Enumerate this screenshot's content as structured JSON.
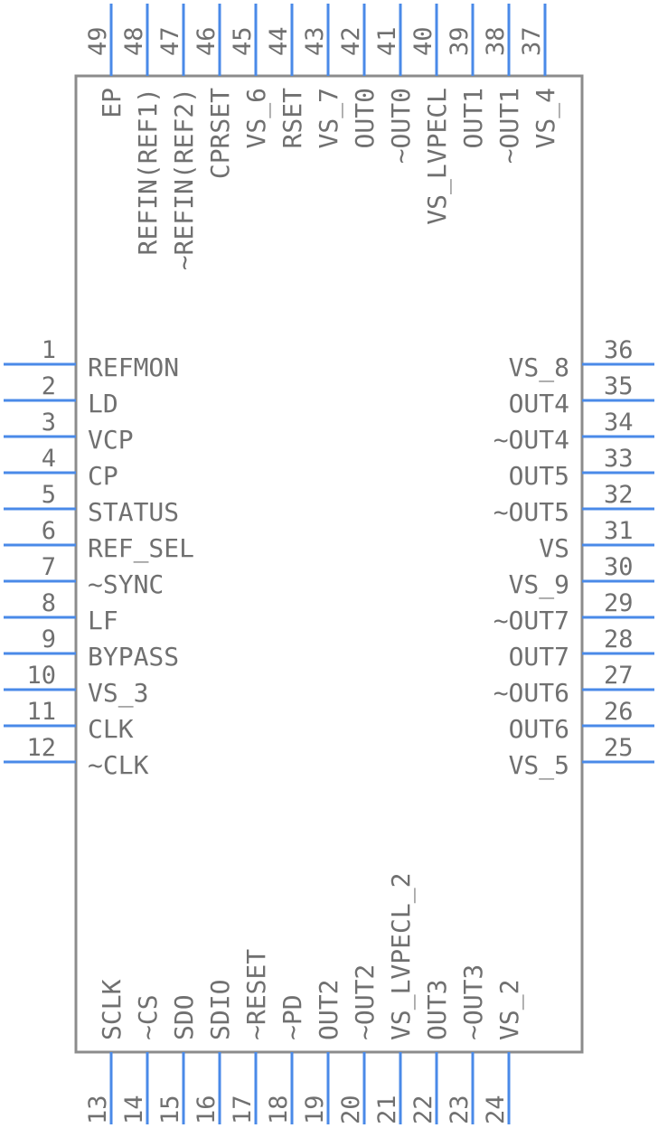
{
  "colors": {
    "body": "#8c8c8c",
    "pin": "#4a8ae8",
    "text": "#707070"
  },
  "left_pins": [
    {
      "num": "1",
      "name": "REFMON"
    },
    {
      "num": "2",
      "name": "LD"
    },
    {
      "num": "3",
      "name": "VCP"
    },
    {
      "num": "4",
      "name": "CP"
    },
    {
      "num": "5",
      "name": "STATUS"
    },
    {
      "num": "6",
      "name": "REF_SEL"
    },
    {
      "num": "7",
      "name": "~SYNC"
    },
    {
      "num": "8",
      "name": "LF"
    },
    {
      "num": "9",
      "name": "BYPASS"
    },
    {
      "num": "10",
      "name": "VS_3"
    },
    {
      "num": "11",
      "name": "CLK"
    },
    {
      "num": "12",
      "name": "~CLK"
    }
  ],
  "right_pins": [
    {
      "num": "36",
      "name": "VS_8"
    },
    {
      "num": "35",
      "name": "OUT4"
    },
    {
      "num": "34",
      "name": "~OUT4"
    },
    {
      "num": "33",
      "name": "OUT5"
    },
    {
      "num": "32",
      "name": "~OUT5"
    },
    {
      "num": "31",
      "name": "VS"
    },
    {
      "num": "30",
      "name": "VS_9"
    },
    {
      "num": "29",
      "name": "~OUT7"
    },
    {
      "num": "28",
      "name": "OUT7"
    },
    {
      "num": "27",
      "name": "~OUT6"
    },
    {
      "num": "26",
      "name": "OUT6"
    },
    {
      "num": "25",
      "name": "VS_5"
    }
  ],
  "top_pins": [
    {
      "num": "49",
      "name": "EP"
    },
    {
      "num": "48",
      "name": "REFIN(REF1)"
    },
    {
      "num": "47",
      "name": "~REFIN(REF2)"
    },
    {
      "num": "46",
      "name": "CPRSET"
    },
    {
      "num": "45",
      "name": "VS_6"
    },
    {
      "num": "44",
      "name": "RSET"
    },
    {
      "num": "43",
      "name": "VS_7"
    },
    {
      "num": "42",
      "name": "OUT0"
    },
    {
      "num": "41",
      "name": "~OUT0"
    },
    {
      "num": "40",
      "name": "VS_LVPECL"
    },
    {
      "num": "39",
      "name": "OUT1"
    },
    {
      "num": "38",
      "name": "~OUT1"
    },
    {
      "num": "37",
      "name": "VS_4"
    }
  ],
  "bottom_pins": [
    {
      "num": "13",
      "name": "SCLK"
    },
    {
      "num": "14",
      "name": "~CS"
    },
    {
      "num": "15",
      "name": "SDO"
    },
    {
      "num": "16",
      "name": "SDIO"
    },
    {
      "num": "17",
      "name": "~RESET"
    },
    {
      "num": "18",
      "name": "~PD"
    },
    {
      "num": "19",
      "name": "OUT2"
    },
    {
      "num": "20",
      "name": "~OUT2"
    },
    {
      "num": "21",
      "name": "VS_LVPECL_2"
    },
    {
      "num": "22",
      "name": "OUT3"
    },
    {
      "num": "23",
      "name": "~OUT3"
    },
    {
      "num": "24",
      "name": "VS_2"
    }
  ]
}
